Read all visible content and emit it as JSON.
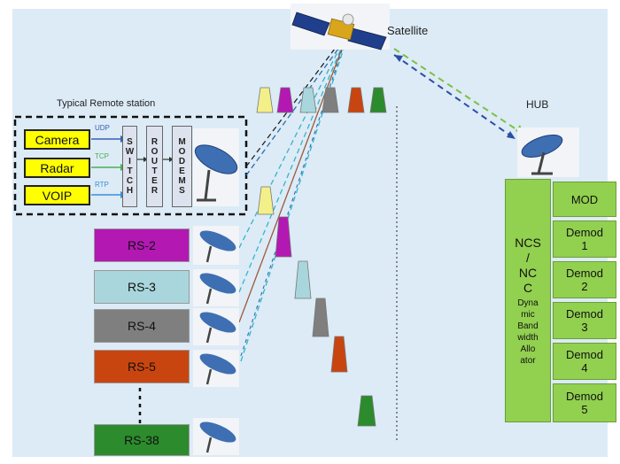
{
  "satellite": {
    "label": "Satellite"
  },
  "hub": {
    "label": "HUB"
  },
  "remote_station": {
    "title": "Typical Remote station",
    "inputs": [
      {
        "label": "Camera",
        "protocol": "UDP"
      },
      {
        "label": "Radar",
        "protocol": "TCP"
      },
      {
        "label": "VOIP",
        "protocol": "RTP"
      }
    ],
    "switch_letters": [
      "S",
      "W",
      "I",
      "T",
      "C",
      "H"
    ],
    "router_letters": [
      "R",
      "O",
      "U",
      "T",
      "E",
      "R"
    ],
    "modems_letters": [
      "M",
      "O",
      "D",
      "E",
      "M",
      "S"
    ]
  },
  "stations": [
    {
      "label": "RS-2",
      "color": "#b318b3"
    },
    {
      "label": "RS-3",
      "color": "#a9d6dc"
    },
    {
      "label": "RS-4",
      "color": "#7f7f7f"
    },
    {
      "label": "RS-5",
      "color": "#c9450f"
    },
    {
      "label": "RS-38",
      "color": "#2c8b2c"
    }
  ],
  "hub_panel": {
    "ncs_label": "NCS\n/\nNC\nC",
    "dba_label": "Dyna\nmic\nBand\nwidth\nAllo\nator",
    "cells": [
      "MOD",
      "Demod\n1",
      "Demod\n2",
      "Demod\n3",
      "Demod\n4",
      "Demod\n5"
    ]
  },
  "colors": {
    "yellow_slot": "#f3f08a",
    "magenta": "#b318b3",
    "light_cyan": "#a9d6dc",
    "gray": "#7f7f7f",
    "orange": "#c9450f",
    "green": "#2c8b2c",
    "hub_green": "#92d050"
  }
}
